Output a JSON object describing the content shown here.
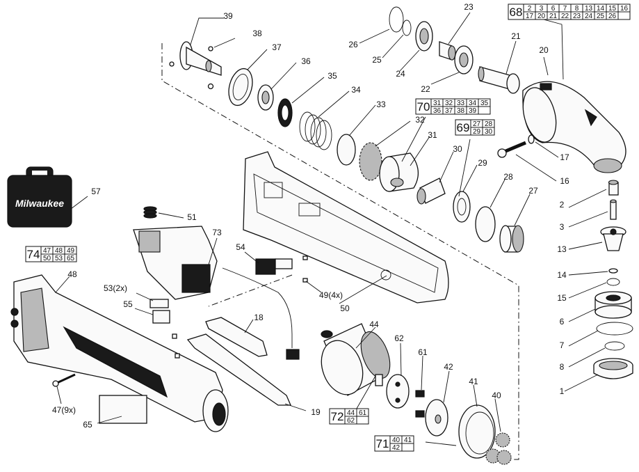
{
  "callouts": [
    {
      "id": "c39",
      "text": "39"
    },
    {
      "id": "c38",
      "text": "38"
    },
    {
      "id": "c37",
      "text": "37"
    },
    {
      "id": "c36",
      "text": "36"
    },
    {
      "id": "c35",
      "text": "35"
    },
    {
      "id": "c34",
      "text": "34"
    },
    {
      "id": "c33",
      "text": "33"
    },
    {
      "id": "c32",
      "text": "32"
    },
    {
      "id": "c31",
      "text": "31"
    },
    {
      "id": "c30",
      "text": "30"
    },
    {
      "id": "c29",
      "text": "29"
    },
    {
      "id": "c28",
      "text": "28"
    },
    {
      "id": "c27",
      "text": "27"
    },
    {
      "id": "c26",
      "text": "26"
    },
    {
      "id": "c25",
      "text": "25"
    },
    {
      "id": "c24",
      "text": "24"
    },
    {
      "id": "c23",
      "text": "23"
    },
    {
      "id": "c22",
      "text": "22"
    },
    {
      "id": "c21",
      "text": "21"
    },
    {
      "id": "c20",
      "text": "20"
    },
    {
      "id": "c17",
      "text": "17"
    },
    {
      "id": "c16",
      "text": "16"
    },
    {
      "id": "c2",
      "text": "2"
    },
    {
      "id": "c3",
      "text": "3"
    },
    {
      "id": "c13",
      "text": "13"
    },
    {
      "id": "c14",
      "text": "14"
    },
    {
      "id": "c15",
      "text": "15"
    },
    {
      "id": "c6",
      "text": "6"
    },
    {
      "id": "c7",
      "text": "7"
    },
    {
      "id": "c8",
      "text": "8"
    },
    {
      "id": "c1",
      "text": "1"
    },
    {
      "id": "c57",
      "text": "57"
    },
    {
      "id": "c51",
      "text": "51"
    },
    {
      "id": "c73",
      "text": "73"
    },
    {
      "id": "c54",
      "text": "54"
    },
    {
      "id": "c48",
      "text": "48"
    },
    {
      "id": "c53",
      "text": "53(2x)"
    },
    {
      "id": "c55",
      "text": "55"
    },
    {
      "id": "c49",
      "text": "49(4x)"
    },
    {
      "id": "c50",
      "text": "50"
    },
    {
      "id": "c18",
      "text": "18"
    },
    {
      "id": "c44",
      "text": "44"
    },
    {
      "id": "c62",
      "text": "62"
    },
    {
      "id": "c61",
      "text": "61"
    },
    {
      "id": "c42",
      "text": "42"
    },
    {
      "id": "c41",
      "text": "41"
    },
    {
      "id": "c40",
      "text": "40"
    },
    {
      "id": "c19",
      "text": "19"
    },
    {
      "id": "c47",
      "text": "47(9x)"
    },
    {
      "id": "c65",
      "text": "65"
    }
  ],
  "kits": [
    {
      "id": "k68",
      "label": "68",
      "rows": [
        [
          "2",
          "3",
          "6",
          "7",
          "8",
          "13",
          "14",
          "15",
          "16"
        ],
        [
          "17",
          "20",
          "21",
          "22",
          "23",
          "24",
          "25",
          "26",
          ""
        ]
      ]
    },
    {
      "id": "k70",
      "label": "70",
      "rows": [
        [
          "31",
          "32",
          "33",
          "34",
          "35"
        ],
        [
          "36",
          "37",
          "38",
          "39",
          ""
        ]
      ]
    },
    {
      "id": "k69",
      "label": "69",
      "rows": [
        [
          "27",
          "28"
        ],
        [
          "29",
          "30"
        ]
      ]
    },
    {
      "id": "k74",
      "label": "74",
      "rows": [
        [
          "47",
          "48",
          "49"
        ],
        [
          "50",
          "53",
          "65"
        ]
      ]
    },
    {
      "id": "k72",
      "label": "72",
      "rows": [
        [
          "44",
          "61"
        ],
        [
          "62",
          ""
        ]
      ]
    },
    {
      "id": "k71",
      "label": "71",
      "rows": [
        [
          "40",
          "41"
        ],
        [
          "42",
          ""
        ]
      ]
    }
  ],
  "case_logo": "Milwaukee"
}
